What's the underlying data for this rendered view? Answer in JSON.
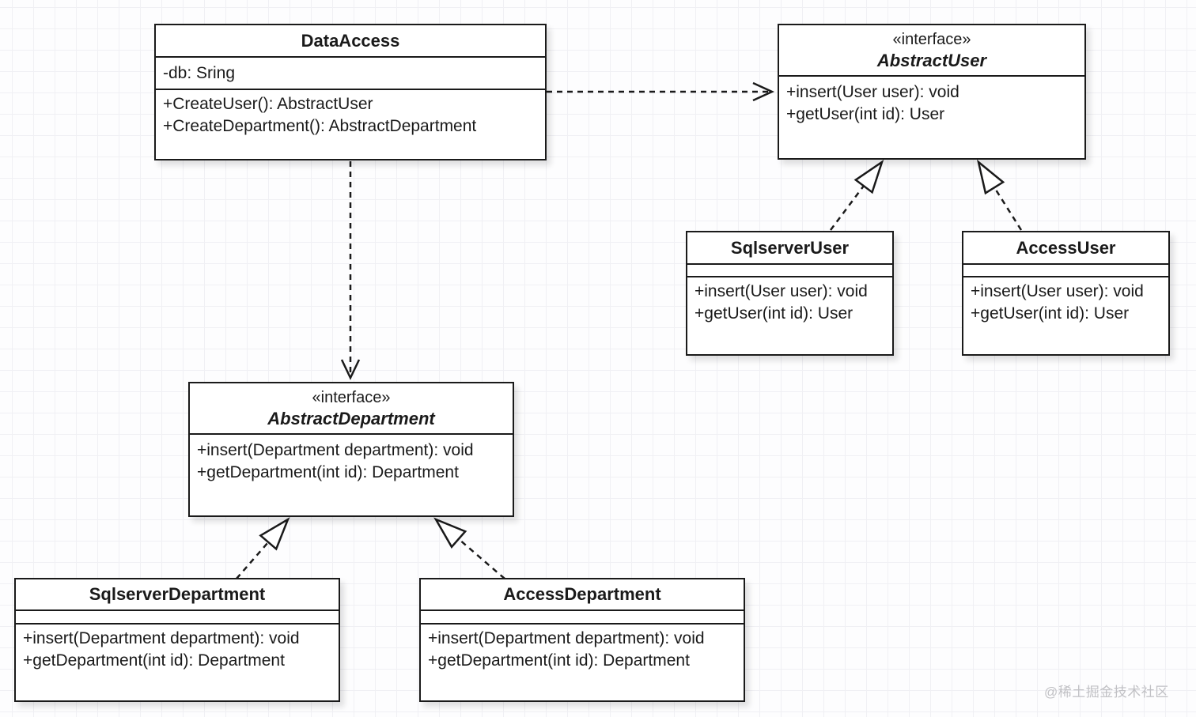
{
  "colors": {
    "stroke": "#1a1a1a",
    "background": "#fdfdfe",
    "grid_line": "#f0f0f4",
    "watermark_text": "#c1c1c5"
  },
  "classes": {
    "data_access": {
      "name": "DataAccess",
      "attributes": [
        "-db: Sring"
      ],
      "methods": [
        "+CreateUser(): AbstractUser",
        "+CreateDepartment(): AbstractDepartment"
      ]
    },
    "abstract_user": {
      "stereotype": "«interface»",
      "name": "AbstractUser",
      "methods": [
        "+insert(User user): void",
        "+getUser(int id): User"
      ]
    },
    "sqlserver_user": {
      "name": "SqlserverUser",
      "methods": [
        "+insert(User user): void",
        "+getUser(int id): User"
      ]
    },
    "access_user": {
      "name": "AccessUser",
      "methods": [
        "+insert(User user): void",
        "+getUser(int id): User"
      ]
    },
    "abstract_department": {
      "stereotype": "«interface»",
      "name": "AbstractDepartment",
      "methods": [
        "+insert(Department department): void",
        "+getDepartment(int id): Department"
      ]
    },
    "sqlserver_department": {
      "name": "SqlserverDepartment",
      "methods": [
        "+insert(Department department): void",
        "+getDepartment(int id): Department"
      ]
    },
    "access_department": {
      "name": "AccessDepartment",
      "methods": [
        "+insert(Department department): void",
        "+getDepartment(int id): Department"
      ]
    }
  },
  "relations": [
    {
      "type": "dependency",
      "from": "DataAccess",
      "to": "AbstractUser"
    },
    {
      "type": "dependency",
      "from": "DataAccess",
      "to": "AbstractDepartment"
    },
    {
      "type": "realization",
      "from": "SqlserverUser",
      "to": "AbstractUser"
    },
    {
      "type": "realization",
      "from": "AccessUser",
      "to": "AbstractUser"
    },
    {
      "type": "realization",
      "from": "SqlserverDepartment",
      "to": "AbstractDepartment"
    },
    {
      "type": "realization",
      "from": "AccessDepartment",
      "to": "AbstractDepartment"
    }
  ],
  "watermark": "@稀土掘金技术社区"
}
